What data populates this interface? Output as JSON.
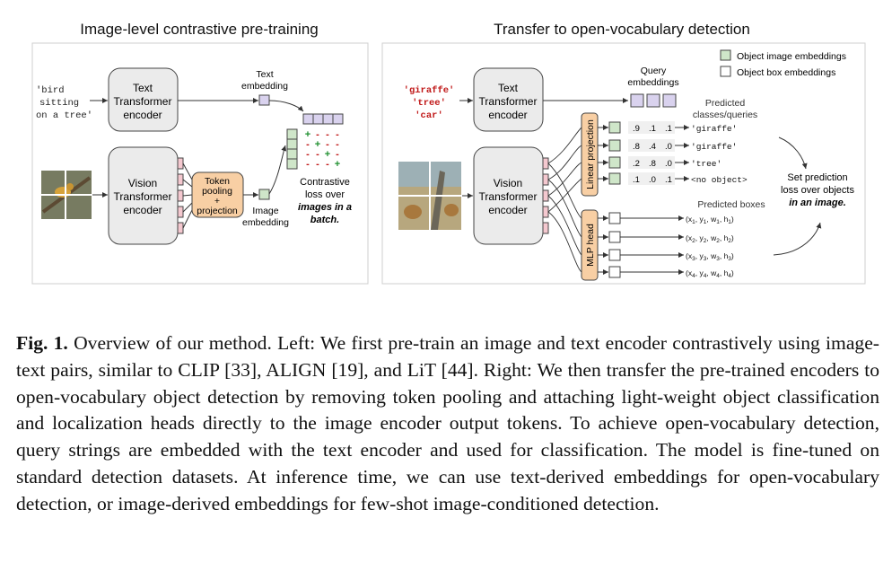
{
  "left_panel": {
    "title": "Image-level contrastive pre-training",
    "text_input": [
      "'bird",
      "sitting",
      "on a tree'"
    ],
    "text_encoder": [
      "Text",
      "Transformer",
      "encoder"
    ],
    "vision_encoder": [
      "Vision",
      "Transformer",
      "encoder"
    ],
    "token_pooling": [
      "Token",
      "pooling",
      "+",
      "projection"
    ],
    "text_embedding_label": [
      "Text",
      "embedding"
    ],
    "image_embedding_label": [
      "Image",
      "embedding"
    ],
    "loss_label": [
      "Contrastive",
      "loss over",
      "images in a",
      "batch."
    ],
    "matrix_symbols": [
      [
        "+",
        "-",
        "-",
        "-"
      ],
      [
        "-",
        "+",
        "-",
        "-"
      ],
      [
        "-",
        "-",
        "+",
        "-"
      ],
      [
        "-",
        "-",
        "-",
        "+"
      ]
    ]
  },
  "right_panel": {
    "title": "Transfer to open-vocabulary detection",
    "legend": [
      "Object image embeddings",
      "Object box embeddings"
    ],
    "queries": [
      "'giraffe'",
      "'tree'",
      "'car'"
    ],
    "text_encoder": [
      "Text",
      "Transformer",
      "encoder"
    ],
    "vision_encoder": [
      "Vision",
      "Transformer",
      "encoder"
    ],
    "query_embeddings_label": [
      "Query",
      "embeddings"
    ],
    "predicted_classes_label": [
      "Predicted",
      "classes/queries"
    ],
    "linear_projection_label": "Linear projection",
    "mlp_head_label": "MLP head",
    "scores": [
      [
        ".9",
        ".1",
        ".1"
      ],
      [
        ".8",
        ".4",
        ".0"
      ],
      [
        ".2",
        ".8",
        ".0"
      ],
      [
        ".1",
        ".0",
        ".1"
      ]
    ],
    "predictions": [
      "'giraffe'",
      "'giraffe'",
      "'tree'",
      "<no object>"
    ],
    "predicted_boxes_label": "Predicted boxes",
    "boxes": [
      [
        "x",
        "y",
        "w",
        "h",
        "1"
      ],
      [
        "x",
        "y",
        "w",
        "h",
        "2"
      ],
      [
        "x",
        "y",
        "w",
        "h",
        "3"
      ],
      [
        "x",
        "y",
        "w",
        "h",
        "4"
      ]
    ],
    "loss_label": [
      "Set prediction",
      "loss over objects",
      "in an image."
    ]
  },
  "caption": {
    "label": "Fig. 1.",
    "text": "Overview of our method. Left: We first pre-train an image and text encoder contrastively using image-text pairs, similar to CLIP [33], ALIGN [19], and LiT [44]. Right: We then transfer the pre-trained encoders to open-vocabulary object detection by removing token pooling and attaching light-weight object classification and localization heads directly to the image encoder output tokens. To achieve open-vocabulary detection, query strings are embedded with the text encoder and used for classification. The model is fine-tuned on standard detection datasets. At inference time, we can use text-derived embeddings for open-vocabulary detection, or image-derived embeddings for few-shot image-conditioned detection."
  },
  "colors": {
    "green_embedding": "#cfe6c9",
    "purple_embedding": "#d9d2ee",
    "pink_token": "#f4c8cf",
    "orange_pooling": "#f8cfa4",
    "encoder_box": "#ebebeb",
    "query_text": "#c01818",
    "plus_green": "#1e8f2e",
    "minus_red": "#c01818"
  }
}
